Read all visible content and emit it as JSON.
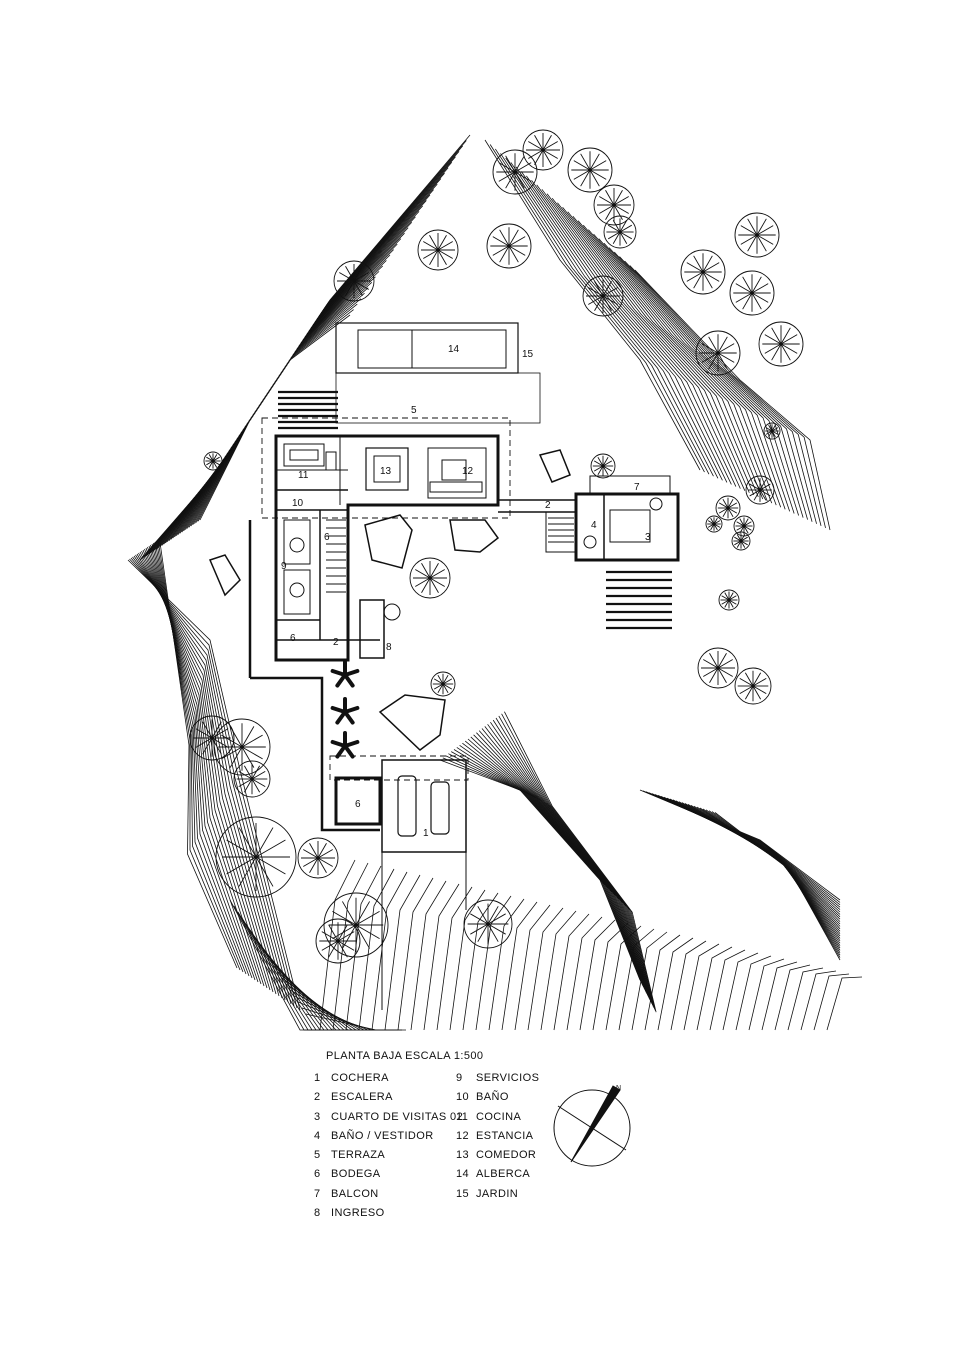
{
  "legend": {
    "title": "PLANTA BAJA  ESCALA 1:500",
    "items": [
      {
        "num": "1",
        "label": "COCHERA"
      },
      {
        "num": "2",
        "label": "ESCALERA"
      },
      {
        "num": "3",
        "label": "CUARTO DE VISITAS 02"
      },
      {
        "num": "4",
        "label": "BAÑO / VESTIDOR"
      },
      {
        "num": "5",
        "label": "TERRAZA"
      },
      {
        "num": "6",
        "label": "BODEGA"
      },
      {
        "num": "7",
        "label": "BALCON"
      },
      {
        "num": "8",
        "label": "INGRESO"
      },
      {
        "num": "9",
        "label": "SERVICIOS"
      },
      {
        "num": "10",
        "label": "BAÑO"
      },
      {
        "num": "11",
        "label": "COCINA"
      },
      {
        "num": "12",
        "label": "ESTANCIA"
      },
      {
        "num": "13",
        "label": "COMEDOR"
      },
      {
        "num": "14",
        "label": "ALBERCA"
      },
      {
        "num": "15",
        "label": "JARDIN"
      }
    ]
  },
  "room_labels": {
    "cochera": "1",
    "escalera_ingreso": "2",
    "escalera_visitas": "2",
    "cuarto_visitas": "3",
    "bano_vestidor": "4",
    "terraza": "5",
    "bodega_servicio": "6",
    "bodega_servicio_low": "6",
    "bodega_cochera": "6",
    "balcon": "7",
    "ingreso": "8",
    "servicios": "9",
    "bano": "10",
    "cocina": "11",
    "estancia": "12",
    "comedor": "13",
    "alberca": "14",
    "jardin": "15"
  },
  "north_arrow_label": "N",
  "colors": {
    "ink": "#111111",
    "paper": "#ffffff"
  },
  "icons": [
    "north-arrow-icon",
    "tree-icon",
    "palm-icon",
    "rock-icon",
    "car-icon"
  ]
}
